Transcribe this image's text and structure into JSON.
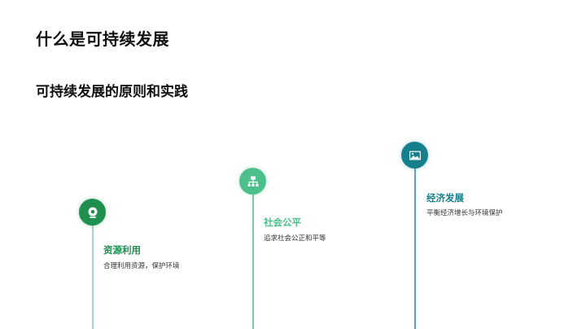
{
  "page": {
    "title": "什么是可持续发展",
    "subtitle": "可持续发展的原则和实践"
  },
  "steps": [
    {
      "title": "资源利用",
      "description": "合理利用资源，保护环境",
      "icon": "webcam-icon",
      "color": "#1e8f4e",
      "line_color": "#a9d9c6"
    },
    {
      "title": "社会公平",
      "description": "追求社会公正和平等",
      "icon": "sitemap-icon",
      "color": "#4cc08a",
      "line_color": "#6fcea4"
    },
    {
      "title": "经济发展",
      "description": "平衡经济增长与环境保护",
      "icon": "image-icon",
      "color": "#157f8c",
      "line_color": "#5aa8b1"
    }
  ]
}
